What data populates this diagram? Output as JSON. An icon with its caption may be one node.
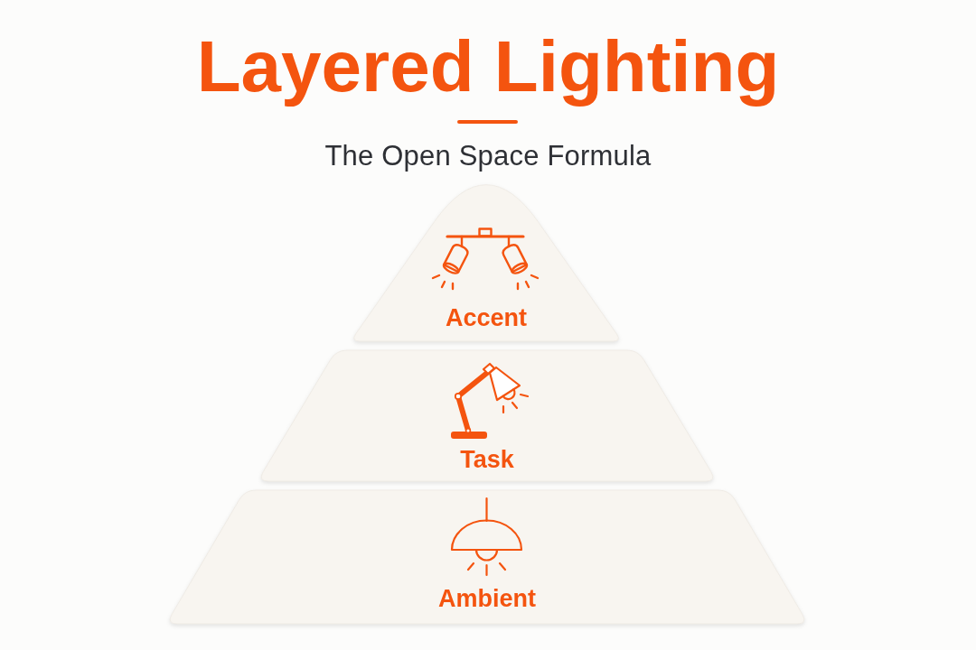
{
  "diagram": {
    "title": "Layered Lighting",
    "nodes": [
      {
        "text": [
          "Accent"
        ]
      },
      {
        "text": [
          "Task"
        ]
      },
      {
        "text": [
          "Ambient"
        ]
      }
    ],
    "labels": [
      "The Open Space Formula"
    ]
  }
}
